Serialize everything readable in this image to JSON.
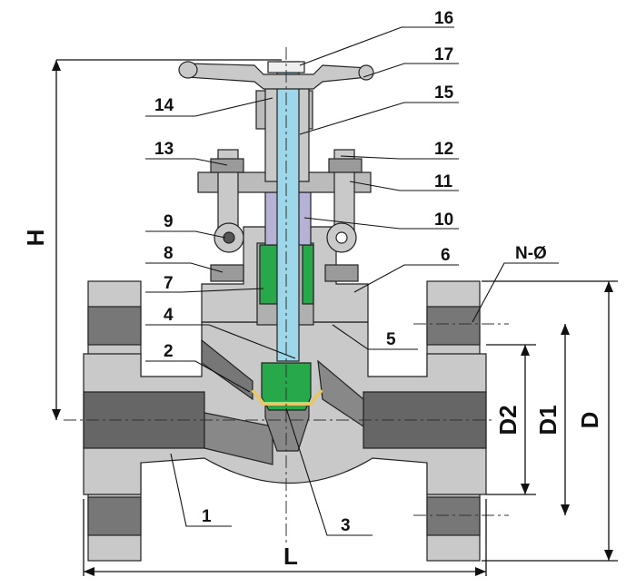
{
  "part_labels": [
    "1",
    "2",
    "3",
    "4",
    "5",
    "6",
    "7",
    "8",
    "9",
    "10",
    "11",
    "12",
    "13",
    "14",
    "15",
    "16",
    "17"
  ],
  "dimension_labels": {
    "height": "H",
    "length": "L",
    "diameter": "D",
    "diameter_1": "D1",
    "diameter_2": "D2",
    "bolt_holes": "N-Ø"
  },
  "colors": {
    "body": "#c9c9c9",
    "body_dark": "#8c8c8c",
    "bore": "#666666",
    "stem": "#9fd7ea",
    "packing": "#27a84a",
    "gland": "#b6b2d6",
    "gasket": "#e5c86a",
    "line": "#111111"
  }
}
